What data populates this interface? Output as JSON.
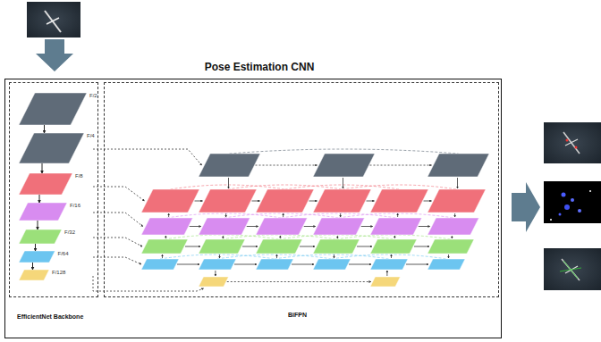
{
  "diagram": {
    "title": "Pose Estimation CNN",
    "nodes": [
      {
        "text": [
          "EfficientNet Backbone"
        ]
      },
      {
        "text": [
          "F/2"
        ],
        "in": 0
      },
      {
        "text": [
          "F/4"
        ],
        "in": 0
      },
      {
        "text": [
          "F/8"
        ],
        "in": 0
      },
      {
        "text": [
          "F/16"
        ],
        "in": 0
      },
      {
        "text": [
          "F/32"
        ],
        "in": 0
      },
      {
        "text": [
          "F/64"
        ],
        "in": 0
      },
      {
        "text": [
          "F/128"
        ],
        "in": 0
      },
      {
        "text": [
          "BiFPN"
        ]
      }
    ],
    "edges": [
      {
        "from": 1,
        "to": 2,
        "arrow": "to"
      },
      {
        "from": 2,
        "to": 3,
        "arrow": "to"
      },
      {
        "from": 3,
        "to": 4,
        "arrow": "to"
      },
      {
        "from": 4,
        "to": 5,
        "arrow": "to"
      },
      {
        "from": 5,
        "to": 6,
        "arrow": "to"
      },
      {
        "from": 6,
        "to": 7,
        "arrow": "to"
      }
    ]
  }
}
